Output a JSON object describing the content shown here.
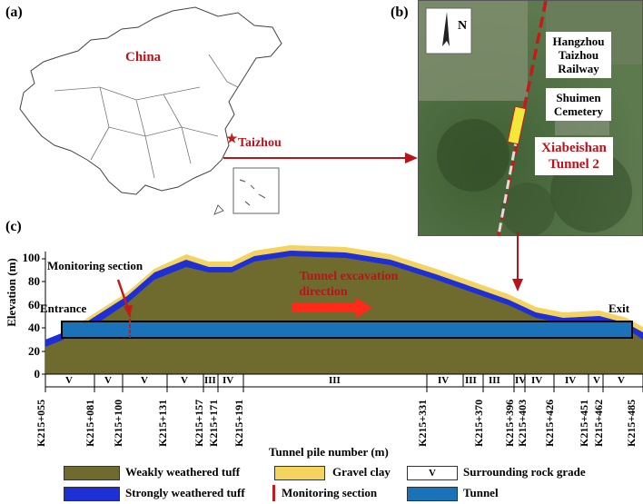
{
  "panels": {
    "a": "(a)",
    "b": "(b)",
    "c": "(c)"
  },
  "map": {
    "country_label": "China",
    "city_label": "Taizhou"
  },
  "satellite": {
    "north_label": "N",
    "railway_label": "Hangzhou Taizhou Railway",
    "cemetery_label": "Shuimen Cemetery",
    "tunnel_label": "Xiabeishan Tunnel 2"
  },
  "profile": {
    "ylabel": "Elevation (m)",
    "xlabel": "Tunnel pile number (m)",
    "yticks": [
      "0",
      "20",
      "40",
      "60",
      "80",
      "100"
    ],
    "ylim": [
      0,
      105
    ],
    "monitoring_label": "Monitoring section",
    "entrance_label": "Entrance",
    "exit_label": "Exit",
    "excavation_label_1": "Tunnel excavation",
    "excavation_label_2": "direction",
    "pile_numbers": [
      "K215+055",
      "K215+081",
      "K215+100",
      "K215+131",
      "K215+157",
      "K215+171",
      "K215+191",
      "K215+331",
      "K215+370",
      "K215+396",
      "K215+403",
      "K215+426",
      "K215+451",
      "K215+462",
      "K215+485"
    ],
    "rock_grades": [
      "V",
      "V",
      "V",
      "V",
      "III",
      "IV",
      "III",
      "IV",
      "III",
      "III",
      "IV",
      "IV",
      "IV",
      "V",
      "V"
    ]
  },
  "legend": {
    "weakly": "Weakly weathered tuff",
    "gravel": "Gravel clay",
    "grade": "Surrounding rock grade",
    "grade_symbol": "V",
    "strongly": "Strongly weathered tuff",
    "monitoring": "Monitoring section",
    "tunnel": "Tunnel"
  },
  "colors": {
    "weakly": "#6f6a2e",
    "gravel": "#f4d35e",
    "strongly": "#1e2fd6",
    "tunnel": "#1a72b8",
    "accent_red": "#c41a1a"
  }
}
